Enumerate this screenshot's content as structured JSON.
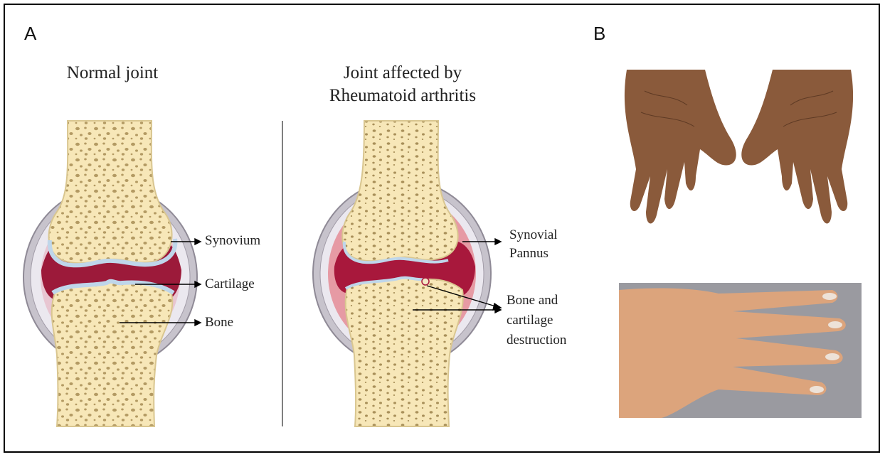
{
  "panels": {
    "a_letter": "A",
    "b_letter": "B"
  },
  "normal_joint": {
    "title": "Normal joint",
    "labels": {
      "synovium": "Synovium",
      "cartilage": "Cartilage",
      "bone": "Bone"
    }
  },
  "ra_joint": {
    "title_line1": "Joint affected by",
    "title_line2": "Rheumatoid arthritis",
    "labels": {
      "synovial": "Synovial",
      "pannus": "Pannus",
      "destruction_line1": "Bone and",
      "destruction_line2": "cartilage",
      "destruction_line3": "destruction"
    }
  },
  "colors": {
    "bone": "#f7e7b8",
    "bone_pores": "#b39a63",
    "cartilage": "#bfd6ea",
    "synovial_fluid": "#9c1a3a",
    "capsule": "#c7c3cc",
    "synovium_normal": "#e8c6d2",
    "pannus": "#e69aa4",
    "skin": "#8a5a3b",
    "photo_bg": "#9a9aa0"
  }
}
